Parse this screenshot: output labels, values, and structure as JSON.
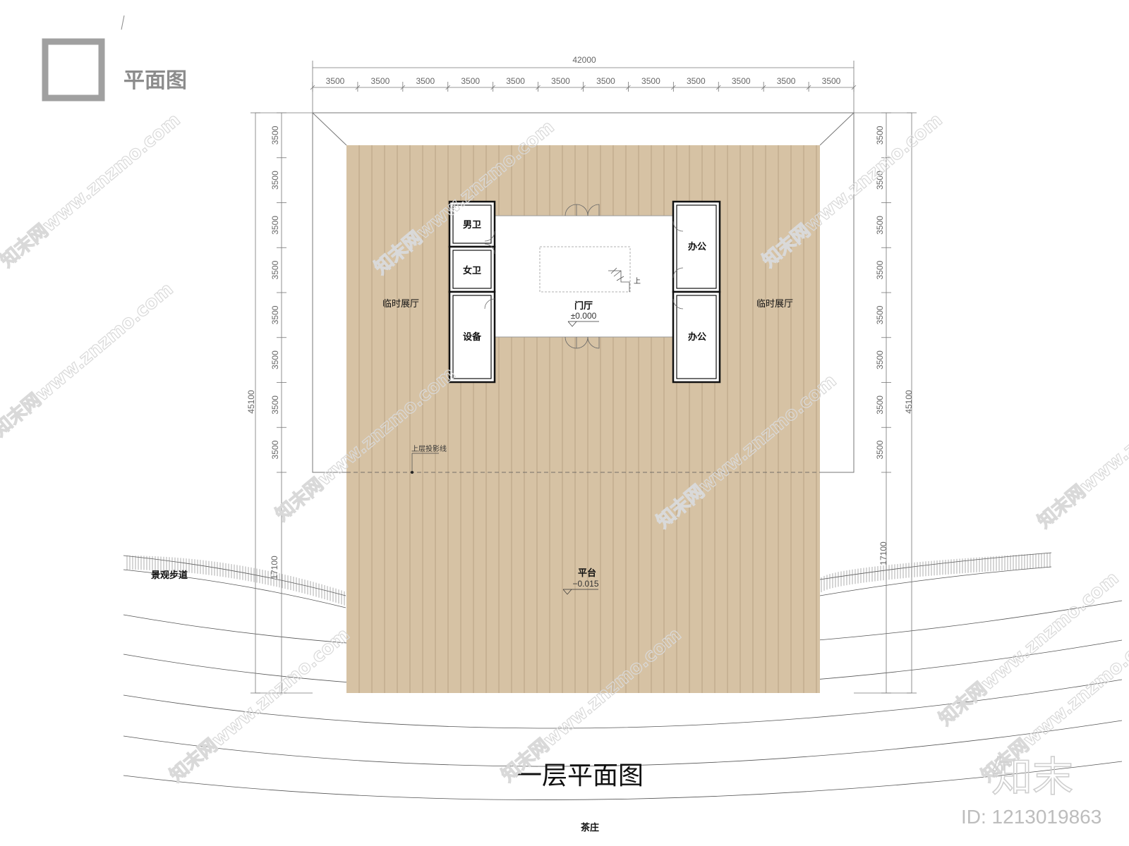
{
  "header": {
    "title": "平面图"
  },
  "drawing": {
    "title": "一层平面图",
    "overall_width": "42000",
    "overall_depth": "45100",
    "bay": "3500",
    "platform_depth": "17100",
    "upper_projection_label": "上层投影线",
    "stair_label": "上"
  },
  "rooms": {
    "mens_wc": "男卫",
    "womens_wc": "女卫",
    "equipment": "设备",
    "office_1": "办公",
    "office_2": "办公",
    "lobby": "门厅",
    "lobby_level": "±0.000",
    "gallery_left": "临时展厅",
    "gallery_right": "临时展厅",
    "platform": "平台",
    "platform_level": "−0.015",
    "walkway": "景观步道",
    "tea_house": "茶庄"
  },
  "watermark": {
    "text": "知末网www.znzmo.com",
    "brand": "知末",
    "id": "ID: 1213019863"
  },
  "colors": {
    "deck": "#d6c2a4",
    "deck_line": "#b8a385",
    "wall": "#111111",
    "dim": "#777777",
    "header_frame": "#a0a0a0"
  }
}
